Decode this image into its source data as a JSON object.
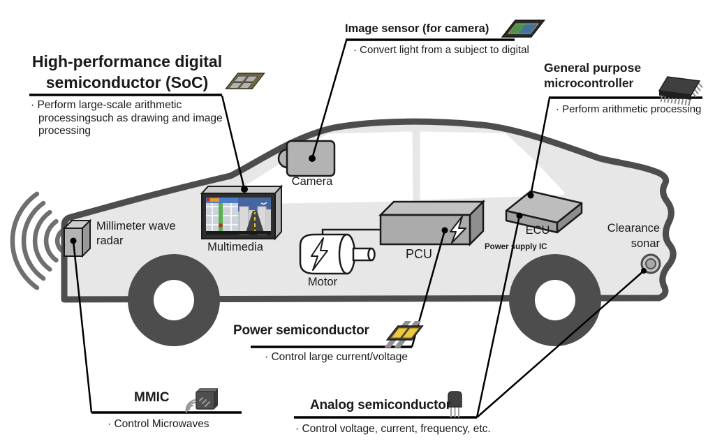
{
  "diagram": {
    "callouts": {
      "soc": {
        "title": "High-performance digital semiconductor (SoC)",
        "desc": "· Perform large-scale arithmetic processingsuch as drawing and image processing"
      },
      "image_sensor": {
        "title": "Image sensor (for camera)",
        "desc": "· Convert light from a subject to digital"
      },
      "microcontroller": {
        "title": "General purpose microcontroller",
        "desc": "· Perform arithmetic processing"
      },
      "power_semiconductor": {
        "title": "Power semiconductor",
        "desc": "· Control large current/voltage"
      },
      "mmic": {
        "title": "MMIC",
        "desc": "· Control Microwaves"
      },
      "analog_semiconductor": {
        "title": "Analog semiconductor",
        "desc": "· Control voltage, current, frequency, etc."
      }
    },
    "components": {
      "radar": "Millimeter wave radar",
      "camera": "Camera",
      "multimedia": "Multimedia",
      "motor": "Motor",
      "pcu": "PCU",
      "ecu": "ECU",
      "power_supply_ic": "Power supply IC",
      "clearance_sonar": "Clearance sonar"
    },
    "icons": {
      "soc_chip": "flat package with 2x2 gray pads",
      "image_sensor_chip": "dark package with green-blue sensor die",
      "microcontroller_chip": "dark DIP chip with pins",
      "power_module": "dark module with two yellow pads and gray rails",
      "mmic_module": "dark box emitting microwave arcs",
      "transistor": "TO-92 transistor with three legs",
      "radar_waves": "concentric arcs",
      "sonar_ring": "double circle",
      "lightning_bolt": "electric bolt on motor and PCU"
    },
    "colors": {
      "car_body": "#e7e7e7",
      "car_outline": "#4d4d4d",
      "component_gray": "#b3b3b3",
      "leader_line": "#000000",
      "power_pad_yellow": "#eec93f",
      "nav_sky_blue": "#47659f",
      "nav_road_green": "#58b050"
    }
  }
}
